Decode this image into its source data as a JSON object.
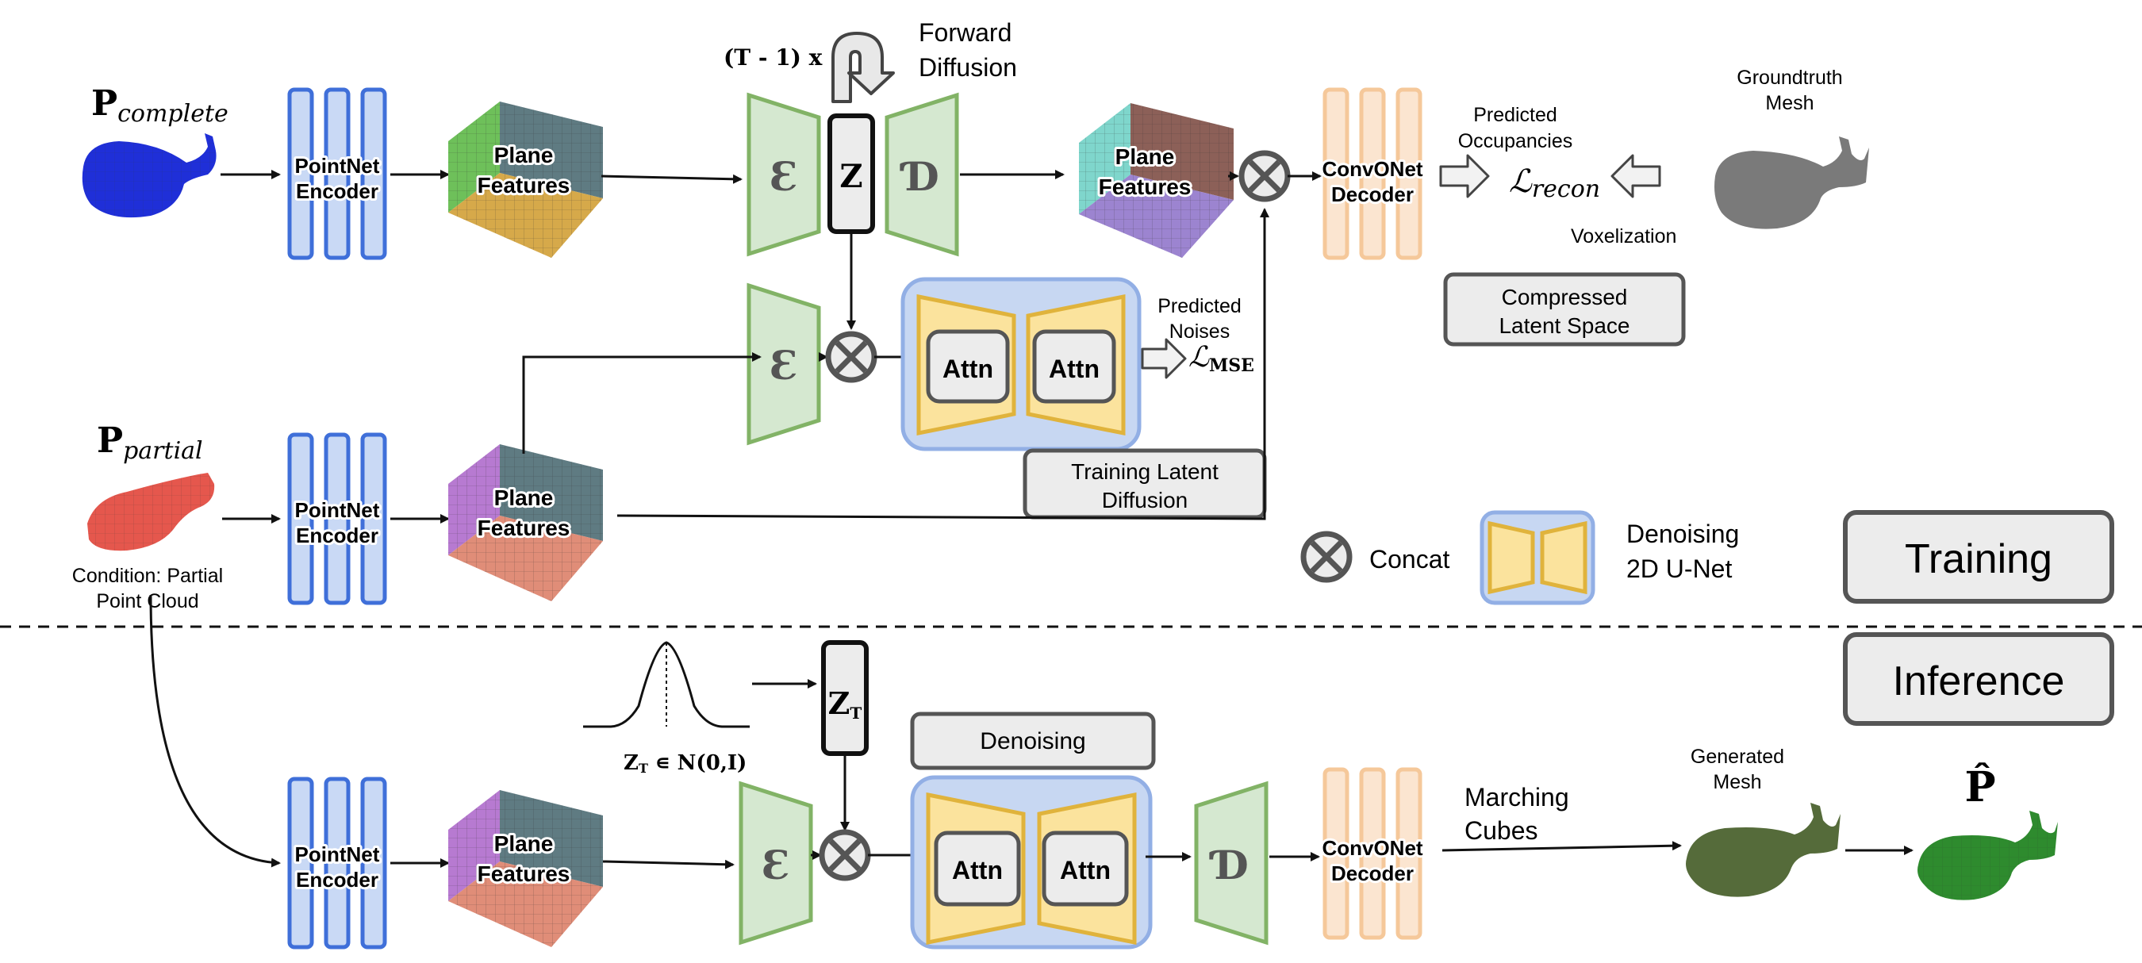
{
  "labels": {
    "p_complete_base": "P",
    "p_complete_sub": "complete",
    "p_partial_base": "P",
    "p_partial_sub": "partial",
    "p_hat": "P̂",
    "condition_line1": "Condition: Partial",
    "condition_line2": "Point Cloud",
    "pointnet_line1": "PointNet",
    "pointnet_line2": "Encoder",
    "plane_line1": "Plane",
    "plane_line2": "Features",
    "encoder_symbol": "Ɛ",
    "decoder_symbol": "Ɗ",
    "z": "Z",
    "z_t_base": "Z",
    "z_t_sub": "T",
    "z_t_dist": "N(0,I)",
    "t_minus_1": "(T - 1) x",
    "forward_line1": "Forward",
    "forward_line2": "Diffusion",
    "attn": "Attn",
    "predicted_noises_line1": "Predicted",
    "predicted_noises_line2": "Noises",
    "loss_mse_sub": "MSE",
    "loss_recon_sub": "recon",
    "predicted_occ_line1": "Predicted",
    "predicted_occ_line2": "Occupancies",
    "convonet_line1": "ConvONet",
    "convonet_line2": "Decoder",
    "groundtruth_line1": "Groundtruth",
    "groundtruth_line2": "Mesh",
    "voxelization": "Voxelization",
    "compressed_line1": "Compressed",
    "compressed_line2": "Latent Space",
    "training_latent_line1": "Training Latent",
    "training_latent_line2": "Diffusion",
    "legend_concat": "Concat",
    "legend_denoising_line1": "Denoising",
    "legend_denoising_line2": "2D U-Net",
    "training": "Training",
    "inference": "Inference",
    "denoising": "Denoising",
    "marching_line1": "Marching",
    "marching_line2": "Cubes",
    "generated_line1": "Generated",
    "generated_line2": "Mesh"
  },
  "colors": {
    "complete_cloud": "#1f2fd8",
    "partial_cloud": "#e03a2e",
    "output_cloud": "#2e8b2e",
    "gt_mesh": "#7a7a7a",
    "generated_mesh": "#556b3a",
    "encoder_blue_fill": "#c9d9f5",
    "encoder_blue_stroke": "#3f6fd9",
    "trapezoid_green_fill": "#d5e8d0",
    "trapezoid_green_stroke": "#82b366",
    "convonet_fill": "#fbe5d0",
    "convonet_stroke": "#f5c89a",
    "unet_bg_fill": "#c7d7f2",
    "unet_bg_stroke": "#92afe5",
    "unet_trap_fill": "#fbe39d",
    "unet_trap_stroke": "#e0b33c",
    "gray_box_fill": "#ececec",
    "gray_box_stroke": "#555555"
  }
}
